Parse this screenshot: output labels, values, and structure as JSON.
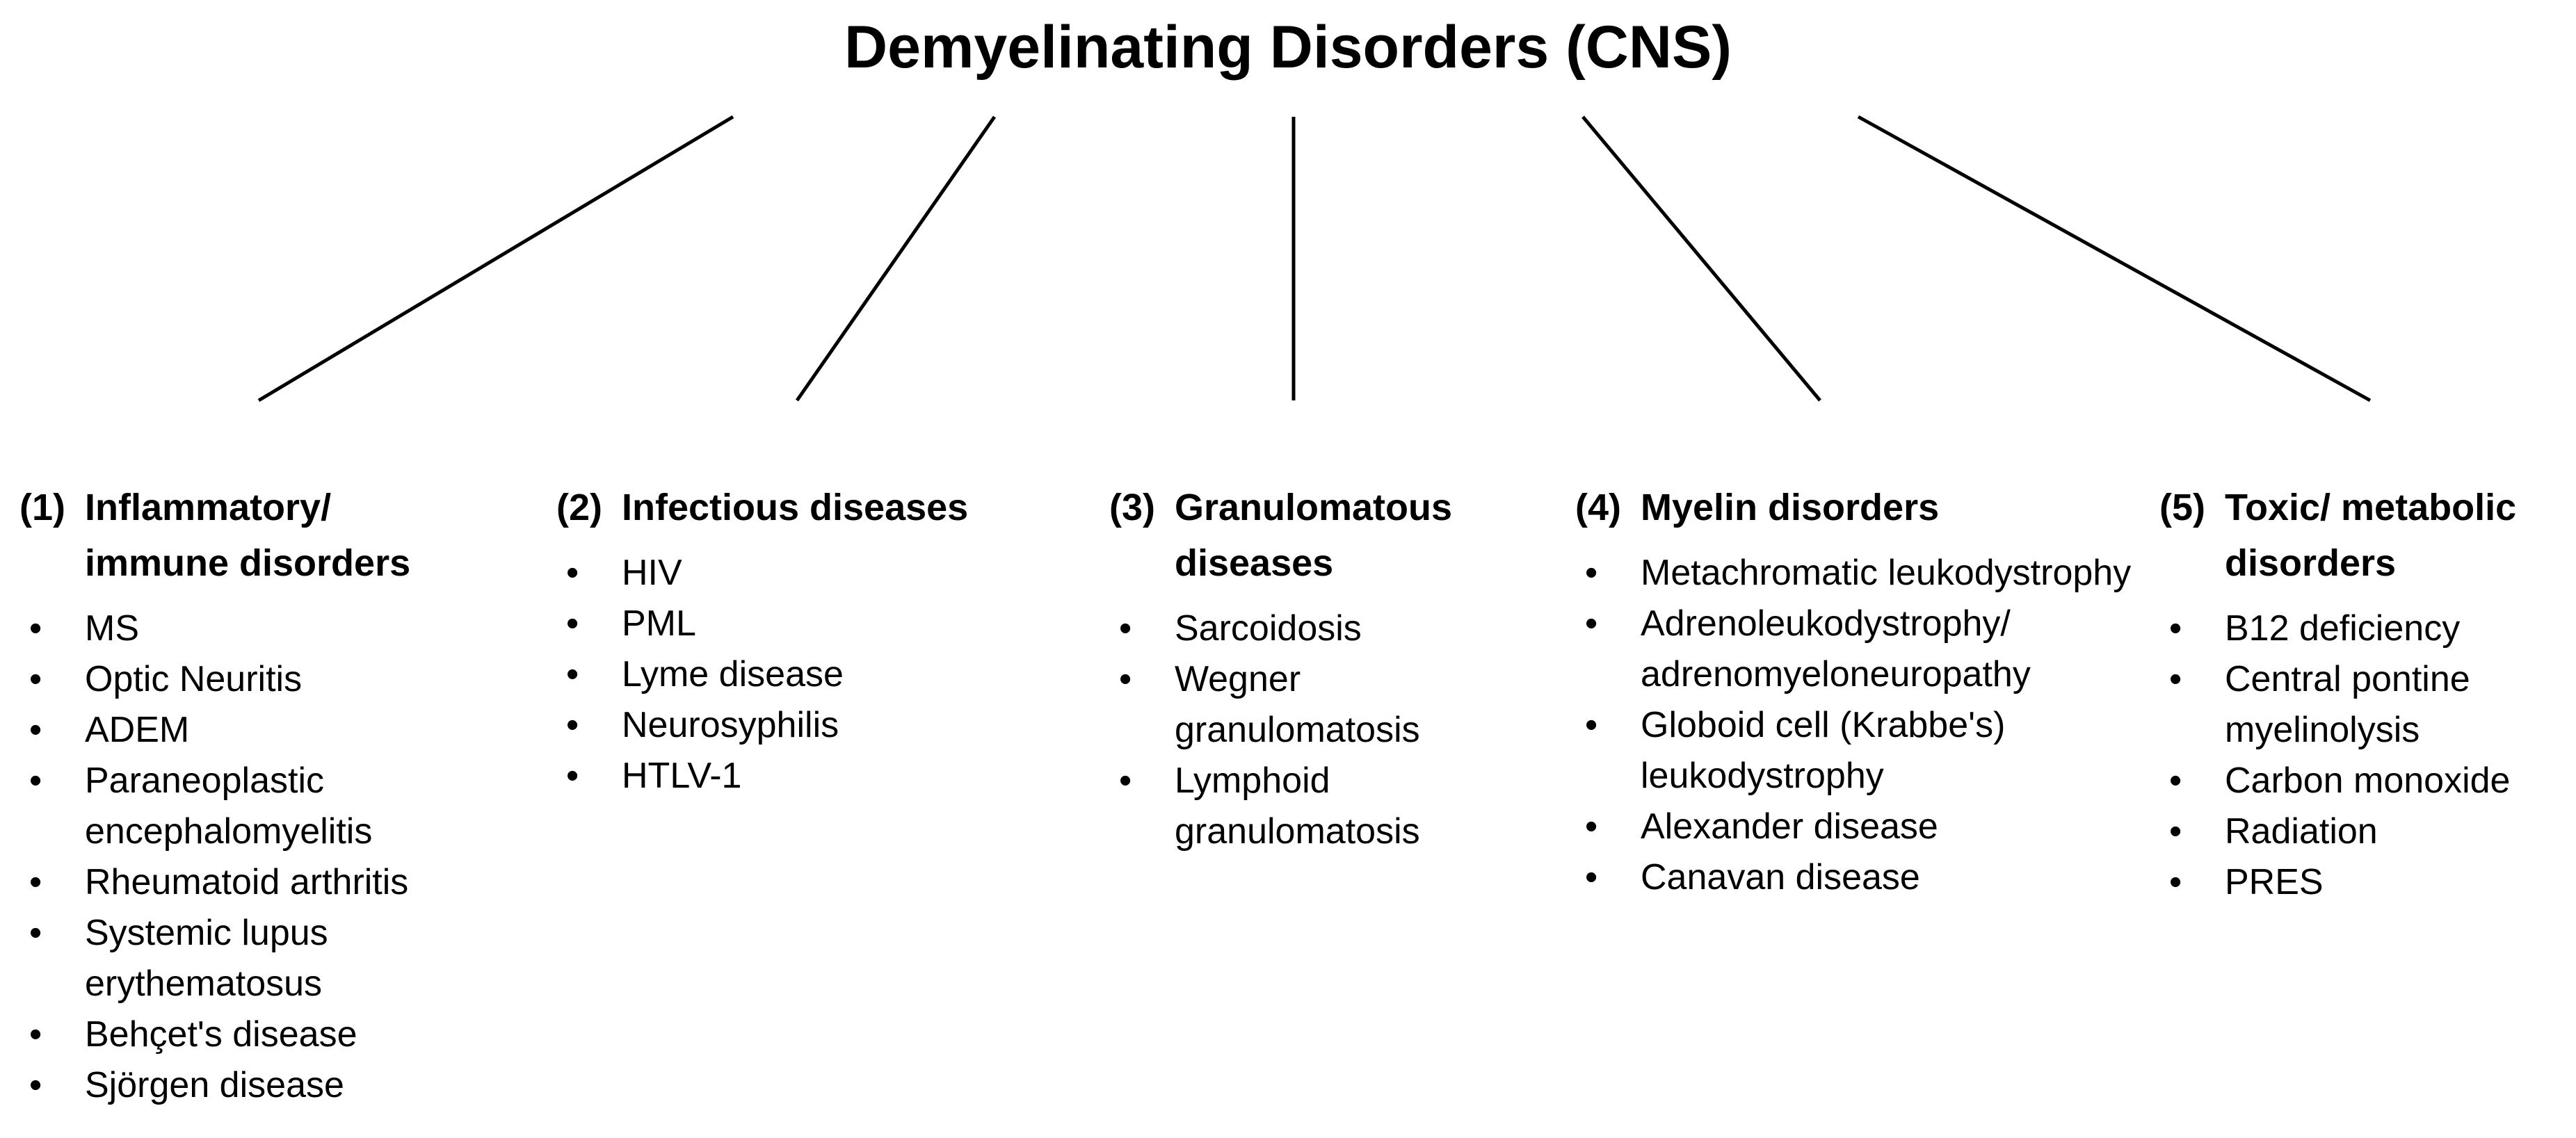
{
  "title": "Demyelinating Disorders (CNS)",
  "categories": [
    {
      "number": "(1)",
      "heading": "Inflammatory/ immune disorders",
      "items": [
        "MS",
        "Optic Neuritis",
        "ADEM",
        "Paraneoplastic encephalomyelitis",
        "Rheumatoid arthritis",
        "Systemic lupus erythematosus",
        "Behçet's disease",
        "Sjörgen disease"
      ]
    },
    {
      "number": "(2)",
      "heading": "Infectious diseases",
      "items": [
        "HIV",
        "PML",
        "Lyme disease",
        "Neurosyphilis",
        "HTLV-1"
      ]
    },
    {
      "number": "(3)",
      "heading": "Granulomatous diseases",
      "items": [
        "Sarcoidosis",
        "Wegner granulomatosis",
        "Lymphoid granulomatosis"
      ]
    },
    {
      "number": "(4)",
      "heading": "Myelin disorders",
      "items": [
        "Metachromatic leukodystrophy",
        "Adrenoleukodystrophy/ adrenomyeloneuropathy",
        "Globoid cell (Krabbe's) leukodystrophy",
        "Alexander disease",
        "Canavan disease"
      ]
    },
    {
      "number": "(5)",
      "heading": "Toxic/ metabolic disorders",
      "items": [
        "B12 deficiency",
        "Central pontine myelinolysis",
        "Carbon monoxide",
        "Radiation",
        "PRES"
      ]
    }
  ]
}
